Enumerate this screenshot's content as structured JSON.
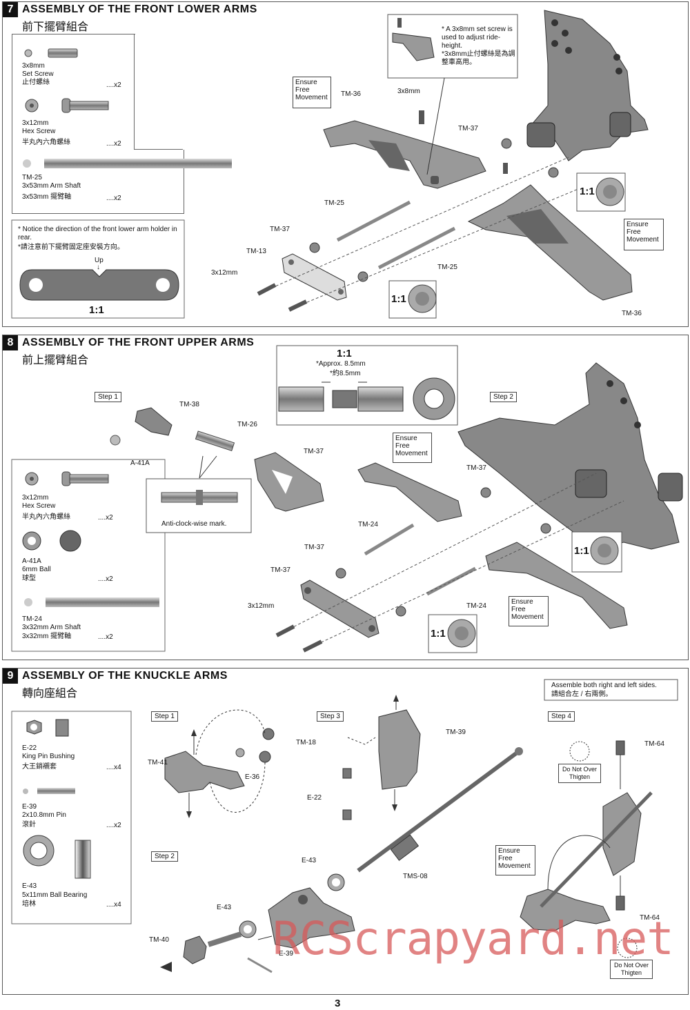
{
  "page_number": "3",
  "watermark": "RCScrapyard.net",
  "sections": [
    {
      "number": "7",
      "title": "ASSEMBLY OF THE FRONT LOWER  ARMS",
      "subtitle": "前下擺臂組合",
      "parts": [
        {
          "name": "3x8mm",
          "desc": "Set Screw",
          "zh": "止付螺絲",
          "qty": "....x2"
        },
        {
          "name": "3x12mm",
          "desc": "Hex Screw",
          "zh": "半丸內六角螺絲",
          "qty": "....x2"
        },
        {
          "name": "TM-25",
          "desc": "3x53mm Arm Shaft",
          "zh": "3x53mm 擺臂軸",
          "qty": "....x2"
        }
      ],
      "notice": {
        "en": "* Notice the direction of the front lower arm holder in rear.",
        "zh": "*請注意前下擺臂固定座安裝方向。",
        "up": "Up",
        "ratio": "1:1"
      },
      "setscrew_note": {
        "en": "* A 3x8mm set screw is used to adjust ride-height.",
        "zh": "*3x8mm止付螺絲是為調整車高用。"
      },
      "ensure": "Ensure Free Movement",
      "labels": [
        "TM-36",
        "3x8mm",
        "TM-37",
        "TM-25",
        "TM-37",
        "TM-13",
        "3x12mm",
        "TM-25",
        "TM-36"
      ],
      "ratio": "1:1"
    },
    {
      "number": "8",
      "title": "ASSEMBLY OF THE FRONT UPPER  ARMS",
      "subtitle": "前上擺臂組合",
      "detail": {
        "ratio": "1:1",
        "en": "*Approx. 8.5mm",
        "zh": "*約8.5mm"
      },
      "steps": [
        "Step 1",
        "Step 2"
      ],
      "parts": [
        {
          "name": "3x12mm",
          "desc": "Hex Screw",
          "zh": "半丸內六角螺絲",
          "qty": "....x2"
        },
        {
          "name": "A-41A",
          "desc": "6mm Ball",
          "zh": "球型",
          "qty": "....x2"
        },
        {
          "name": "TM-24",
          "desc": "3x32mm Arm Shaft",
          "zh": "3x32mm 擺臂軸",
          "qty": "....x2"
        }
      ],
      "anti_clockwise": "Anti-clock-wise mark.",
      "ensure": "Ensure Free Movement",
      "labels": [
        "TM-38",
        "TM-26",
        "A-41A",
        "TM-37",
        "TM-37",
        "TM-24",
        "TM-37",
        "TM-37",
        "3x12mm",
        "TM-24"
      ],
      "ratio": "1:1"
    },
    {
      "number": "9",
      "title": "ASSEMBLY OF THE KNUCKLE  ARMS",
      "subtitle": "轉向座組合",
      "assemble_note": {
        "en": "Assemble both right and left sides.",
        "zh": "請組合左 / 右兩側。"
      },
      "steps": [
        "Step 1",
        "Step 3",
        "Step 4",
        "Step 2"
      ],
      "parts": [
        {
          "name": "E-22",
          "desc": "King Pin Bushing",
          "zh": "大王銷襯套",
          "qty": "....x4"
        },
        {
          "name": "E-39",
          "desc": "2x10.8mm Pin",
          "zh": "滾針",
          "qty": "....x2"
        },
        {
          "name": "E-43",
          "desc": "5x11mm Ball Bearing",
          "zh": "培林",
          "qty": "....x4"
        }
      ],
      "do_not": "Do Not Over Thigten",
      "ensure": "Ensure Free Movement",
      "labels": [
        "TM-18",
        "TM-41",
        "E-36",
        "TM-39",
        "E-22",
        "TM-64",
        "E-43",
        "TMS-08",
        "E-43",
        "TM-40",
        "E-39",
        "TM-64"
      ]
    }
  ]
}
